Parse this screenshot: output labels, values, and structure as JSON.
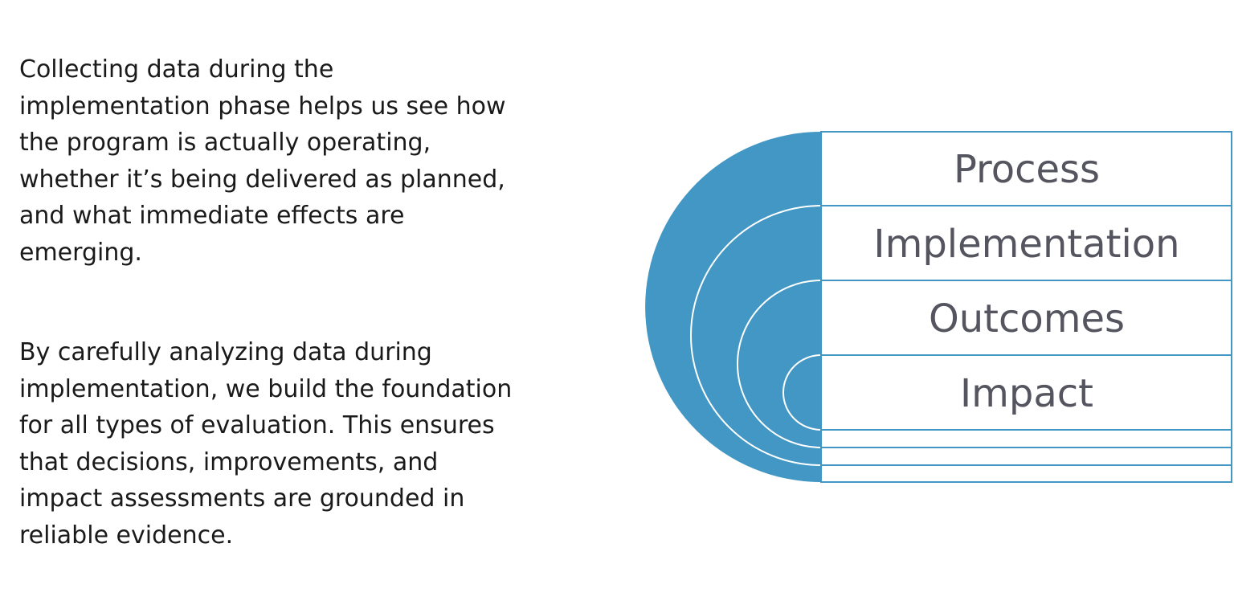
{
  "text": {
    "paragraph_1_lines": [
      "Collecting data during the",
      "implementation phase helps us see how",
      "the program is actually operating,",
      "whether it’s being delivered as planned,",
      "and what immediate effects are",
      "emerging."
    ],
    "paragraph_2_lines": [
      "By carefully analyzing data during",
      "implementation, we build the foundation",
      "for all types of evaluation. This ensures",
      "that decisions, improvements, and",
      "impact assessments are grounded in",
      "reliable evidence."
    ]
  },
  "diagram": {
    "levels": [
      "Process",
      "Implementation",
      "Outcomes",
      "Impact"
    ],
    "colors": {
      "arc_fill": "#4297C4",
      "border": "#4297C4",
      "label": "#555560"
    }
  }
}
